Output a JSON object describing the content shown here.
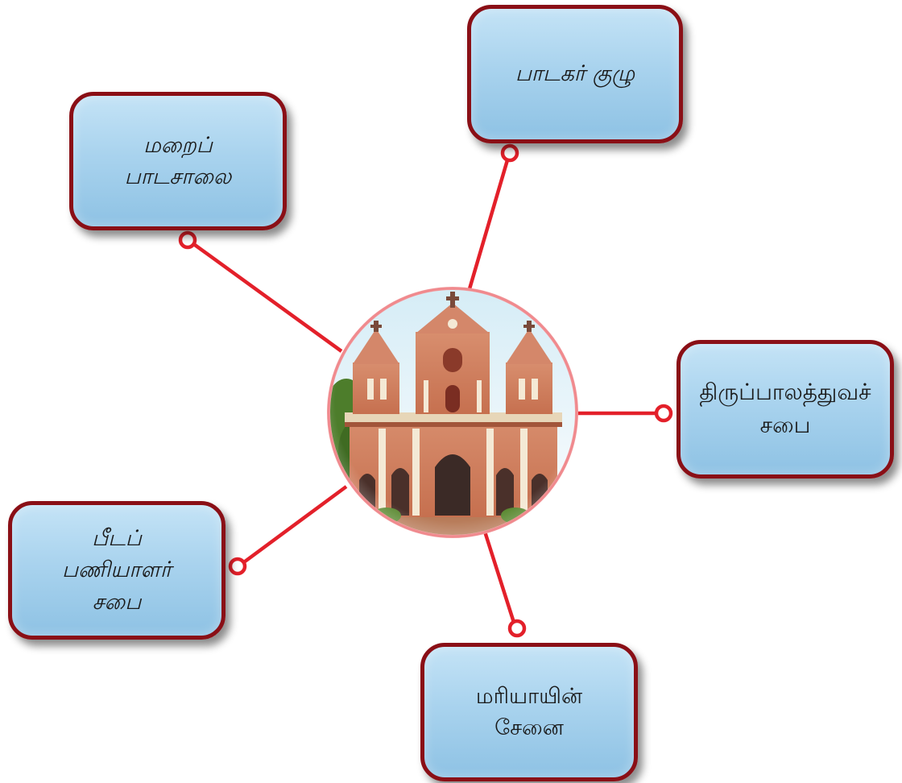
{
  "diagram": {
    "center": {
      "image": "church-photo",
      "accent_color": "#e3202a"
    },
    "connector_color": "#e3202a",
    "box_border_color": "#8a0f16",
    "box_fill_color": "#a9d3ee",
    "nodes": {
      "padakar": {
        "label": "பாடகர் குழு"
      },
      "marai": {
        "label": "மறைப்\nபாடசாலை"
      },
      "thirupala": {
        "label": "திருப்பாலத்துவச்\nசபை"
      },
      "peeda": {
        "label": "பீடப்\nபணியாளர்\nசபை"
      },
      "mariyai": {
        "label": "மரியாயின்\nசேனை"
      }
    }
  }
}
